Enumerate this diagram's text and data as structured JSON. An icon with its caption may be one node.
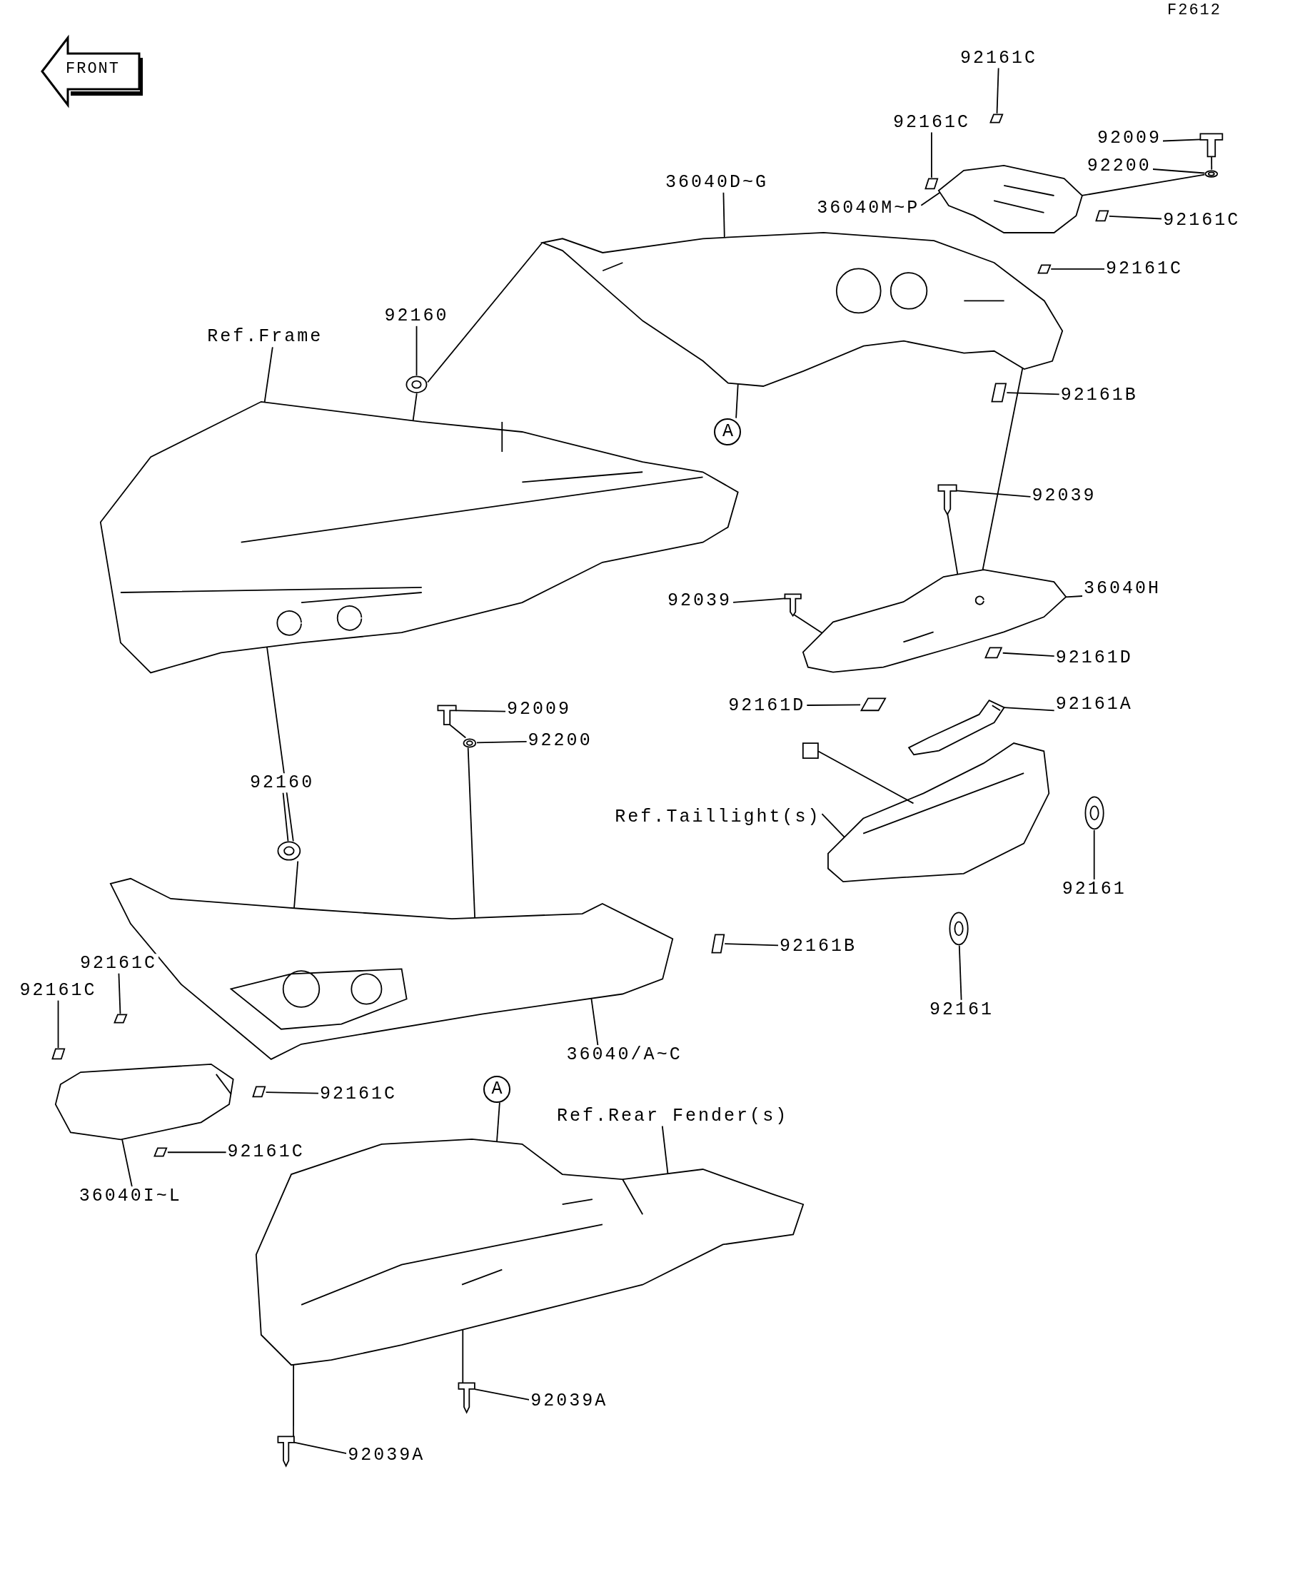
{
  "diagram": {
    "nodes": [
      {
        "text": [
          "92161C"
        ]
      },
      {
        "text": [
          "92161C"
        ]
      },
      {
        "text": [
          "92009"
        ]
      },
      {
        "text": [
          "92200"
        ]
      },
      {
        "text": [
          "36040D~G"
        ]
      },
      {
        "text": [
          "36040M~P"
        ]
      },
      {
        "text": [
          "92161C"
        ]
      },
      {
        "text": [
          "92161C"
        ]
      },
      {
        "text": [
          "Ref.Frame"
        ]
      },
      {
        "text": [
          "92160"
        ]
      },
      {
        "text": [
          "92161B"
        ]
      },
      {
        "text": [
          "92039"
        ]
      },
      {
        "text": [
          "36040H"
        ]
      },
      {
        "text": [
          "92039"
        ]
      },
      {
        "text": [
          "92161D"
        ]
      },
      {
        "text": [
          "92161D"
        ]
      },
      {
        "text": [
          "92161A"
        ]
      },
      {
        "text": [
          "92009"
        ]
      },
      {
        "text": [
          "92200"
        ]
      },
      {
        "text": [
          "92160"
        ]
      },
      {
        "text": [
          "Ref.Taillight(s)"
        ]
      },
      {
        "text": [
          "92161"
        ]
      },
      {
        "text": [
          "92161"
        ]
      },
      {
        "text": [
          "92161B"
        ]
      },
      {
        "text": [
          "92161C"
        ]
      },
      {
        "text": [
          "92161C"
        ]
      },
      {
        "text": [
          "36040/A~C"
        ]
      },
      {
        "text": [
          "92161C"
        ]
      },
      {
        "text": [
          "A"
        ]
      },
      {
        "text": [
          "Ref.Rear Fender(s)"
        ]
      },
      {
        "text": [
          "92161C"
        ]
      },
      {
        "text": [
          "36040I~L"
        ]
      },
      {
        "text": [
          "92039A"
        ]
      },
      {
        "text": [
          "92039A"
        ]
      },
      {
        "text": [
          "A"
        ]
      },
      {
        "text": [],
        "shape": "picture"
      },
      {
        "text": [],
        "shape": "picture"
      },
      {
        "text": [],
        "shape": "picture"
      },
      {
        "text": [],
        "shape": "circle"
      },
      {
        "text": [],
        "shape": "picture"
      },
      {
        "text": [],
        "shape": "circle"
      },
      {
        "text": [],
        "shape": "box"
      },
      {
        "text": [],
        "shape": "box"
      },
      {
        "text": [],
        "shape": "box"
      },
      {
        "text": [],
        "shape": "box"
      },
      {
        "text": [],
        "shape": "box"
      },
      {
        "text": [],
        "shape": "picture"
      },
      {
        "text": [],
        "shape": "picture"
      },
      {
        "text": [],
        "shape": "picture"
      },
      {
        "text": [],
        "shape": "box"
      },
      {
        "text": [],
        "shape": "box"
      },
      {
        "text": [],
        "shape": "picture"
      },
      {
        "text": [],
        "shape": "picture"
      },
      {
        "text": [],
        "shape": "circle"
      },
      {
        "text": [],
        "shape": "circle"
      },
      {
        "text": [],
        "shape": "picture"
      },
      {
        "text": [],
        "shape": "circle"
      },
      {
        "text": [],
        "shape": "circle"
      },
      {
        "text": [],
        "shape": "box"
      },
      {
        "text": [],
        "shape": "picture"
      },
      {
        "text": [],
        "shape": "box"
      },
      {
        "text": [],
        "shape": "box"
      },
      {
        "text": [],
        "shape": "box"
      },
      {
        "text": [],
        "shape": "box"
      },
      {
        "text": [],
        "shape": "picture"
      },
      {
        "text": [],
        "shape": "picture"
      },
      {
        "text": [],
        "shape": "picture"
      },
      {
        "text": [],
        "shape": "picture"
      }
    ],
    "edges": [
      {
        "from": 0,
        "to": 41,
        "arrow": "none"
      },
      {
        "from": 1,
        "to": 42,
        "arrow": "none"
      },
      {
        "from": 2,
        "to": 39,
        "arrow": "none"
      },
      {
        "from": 3,
        "to": 40,
        "arrow": "none"
      },
      {
        "from": 4,
        "to": 35,
        "arrow": "none"
      },
      {
        "from": 5,
        "to": 36,
        "arrow": "none"
      },
      {
        "from": 6,
        "to": 43,
        "arrow": "none"
      },
      {
        "from": 7,
        "to": 44,
        "arrow": "none"
      },
      {
        "from": 8,
        "to": 37,
        "arrow": "none"
      },
      {
        "from": 9,
        "to": 38,
        "arrow": "none"
      },
      {
        "from": 10,
        "to": 45,
        "arrow": "none"
      },
      {
        "from": 11,
        "to": 46,
        "arrow": "none"
      },
      {
        "from": 12,
        "to": 47,
        "arrow": "none"
      },
      {
        "from": 13,
        "to": 48,
        "arrow": "none"
      },
      {
        "from": 14,
        "to": 49,
        "arrow": "none"
      },
      {
        "from": 15,
        "to": 50,
        "arrow": "none"
      },
      {
        "from": 16,
        "to": 51,
        "arrow": "none"
      },
      {
        "from": 17,
        "to": 52,
        "arrow": "none"
      },
      {
        "from": 18,
        "to": 53,
        "arrow": "none"
      },
      {
        "from": 19,
        "to": 54,
        "arrow": "none"
      },
      {
        "from": 20,
        "to": 55,
        "arrow": "none"
      },
      {
        "from": 21,
        "to": 56,
        "arrow": "none"
      },
      {
        "from": 22,
        "to": 57,
        "arrow": "none"
      },
      {
        "from": 23,
        "to": 58,
        "arrow": "none"
      },
      {
        "from": 24,
        "to": 60,
        "arrow": "none"
      },
      {
        "from": 25,
        "to": 61,
        "arrow": "none"
      },
      {
        "from": 26,
        "to": 59,
        "arrow": "none"
      },
      {
        "from": 27,
        "to": 62,
        "arrow": "none"
      },
      {
        "from": 28,
        "to": 65,
        "arrow": "none"
      },
      {
        "from": 29,
        "to": 65,
        "arrow": "none"
      },
      {
        "from": 30,
        "to": 63,
        "arrow": "none"
      },
      {
        "from": 31,
        "to": 64,
        "arrow": "none"
      },
      {
        "from": 32,
        "to": 66,
        "arrow": "none"
      },
      {
        "from": 33,
        "to": 67,
        "arrow": "none"
      },
      {
        "from": 34,
        "to": 35,
        "arrow": "none"
      },
      {
        "from": 38,
        "to": 37,
        "arrow": "none"
      },
      {
        "from": 38,
        "to": 35,
        "arrow": "none"
      },
      {
        "from": 54,
        "to": 59,
        "arrow": "none"
      },
      {
        "from": 54,
        "to": 37,
        "arrow": "none"
      },
      {
        "from": 52,
        "to": 53,
        "arrow": "none"
      },
      {
        "from": 53,
        "to": 59,
        "arrow": "none"
      },
      {
        "from": 48,
        "to": 47,
        "arrow": "none"
      },
      {
        "from": 46,
        "to": 47,
        "arrow": "none"
      },
      {
        "from": 66,
        "to": 65,
        "arrow": "none"
      },
      {
        "from": 67,
        "to": 65,
        "arrow": "none"
      },
      {
        "from": 39,
        "to": 40,
        "arrow": "none"
      },
      {
        "from": 40,
        "to": 36,
        "arrow": "none"
      },
      {
        "from": 35,
        "to": 47,
        "arrow": "none"
      }
    ],
    "labels": [
      "F2612",
      "FRONT"
    ]
  }
}
